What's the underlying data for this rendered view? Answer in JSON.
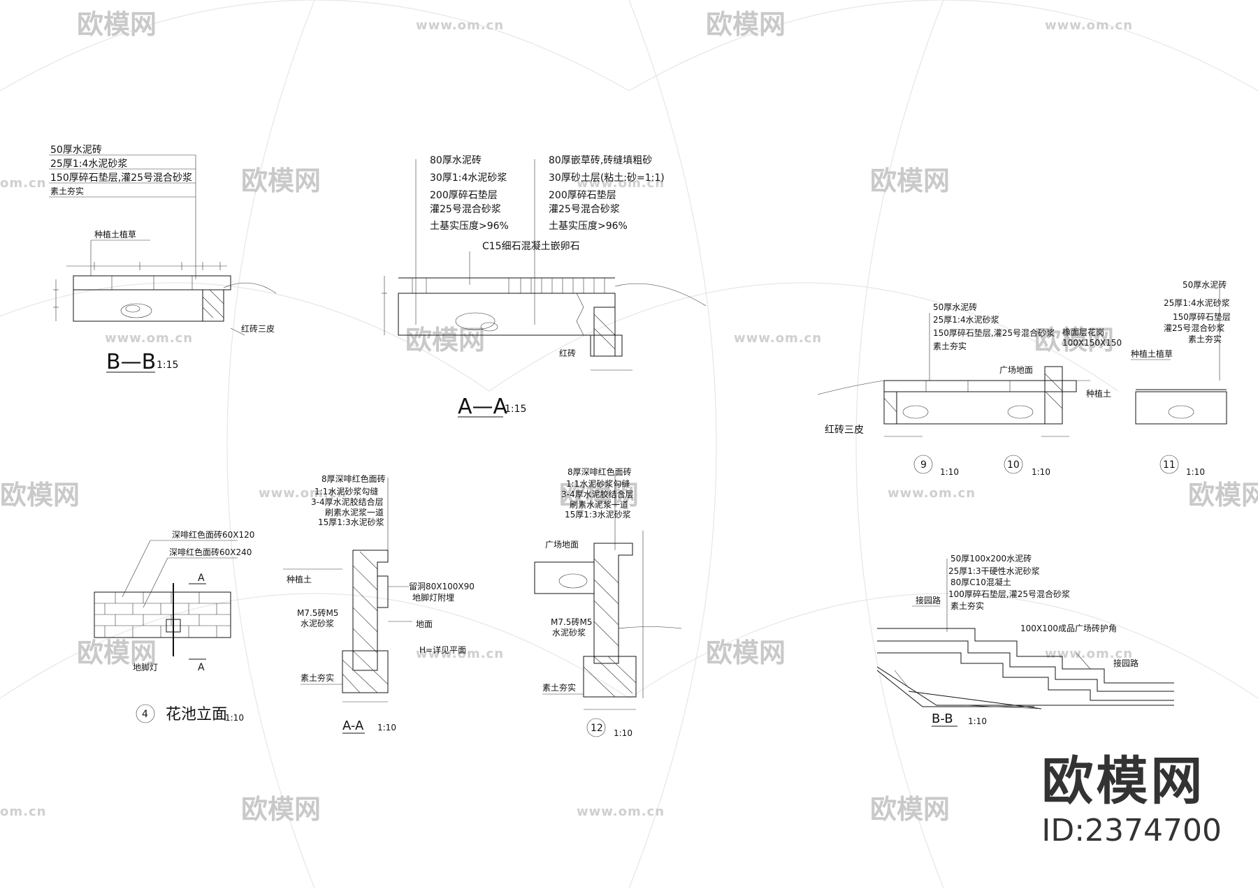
{
  "watermarks": {
    "logo_text": "欧模网",
    "url_text": "www.om.cn",
    "url_partial": "om.cn",
    "logo_partial": "欧模网"
  },
  "brand": {
    "name": "欧模网",
    "id": "ID:2374700"
  },
  "detail_bb_left": {
    "layers": [
      "50厚水泥砖",
      "25厚1:4水泥砂浆",
      "150厚碎石垫层,灌25号混合砂浆",
      "素土夯实"
    ],
    "plant_label": "种植土植草",
    "edge_label": "红砖三皮",
    "title": "B—B",
    "scale": "1:15"
  },
  "detail_aa_top": {
    "layers_left": [
      "80厚水泥砖",
      "30厚1:4水泥砂浆",
      "200厚碎石垫层",
      "灌25号混合砂浆",
      "土基实压度>96%"
    ],
    "layers_right": [
      "80厚嵌草砖,砖缝填粗砂",
      "30厚砂土层(粘土:砂=1:1)",
      "200厚碎石垫层",
      "灌25号混合砂浆",
      "土基实压度>96%"
    ],
    "concrete_label": "C15细石混凝土嵌卵石",
    "edge_label": "红砖",
    "title": "A—A",
    "scale": "1:15"
  },
  "detail_9_10_11": {
    "layers_9": [
      "50厚水泥砖",
      "25厚1:4水泥砂浆",
      "150厚碎石垫层,灌25号混合砂浆",
      "素土夯实"
    ],
    "curb_label": "橡面层花岗",
    "curb_size": "100X150X150",
    "plaza_label": "广场地面",
    "soil_label": "种植土",
    "edge_label": "红砖三皮",
    "layers_11": [
      "50厚水泥砖",
      "25厚1:4水泥砂浆",
      "150厚碎石垫层",
      "灌25号混合砂浆",
      "素土夯实"
    ],
    "plant_label": "种植土植草",
    "num_9": "9",
    "num_10": "10",
    "num_11": "11",
    "scale": "1:10"
  },
  "detail_4": {
    "tile_a": "深啡红色面砖60X120",
    "tile_b": "深啡红色面砖60X240",
    "section_mark": "A",
    "lamp_label": "地脚灯",
    "num": "4",
    "title": "花池立面",
    "scale": "1:10"
  },
  "detail_aa_bottom": {
    "layers": [
      "8厚深啡红色面砖",
      "1:1水泥砂浆勾缝",
      "3-4厚水泥胶结合层",
      "刷素水泥浆一道",
      "15厚1:3水泥砂浆"
    ],
    "soil_label": "种植土",
    "hole_label": "留洞80X100X90",
    "lamp_label": "地脚灯附埋",
    "ground_label": "地面",
    "wall_label": "M7.5砖M5",
    "mortar_label": "水泥砂浆",
    "note_label": "H=详见平面",
    "base_label": "素土夯实",
    "title": "A-A",
    "scale": "1:10"
  },
  "detail_12": {
    "layers": [
      "8厚深啡红色面砖",
      "1:1水泥砂浆勾缝",
      "3-4厚水泥胶结合层",
      "刷素水泥浆一道",
      "15厚1:3水泥砂浆"
    ],
    "plaza_label": "广场地面",
    "wall_label": "M7.5砖M5",
    "mortar_label": "水泥砂浆",
    "base_label": "素土夯实",
    "num": "12",
    "scale": "1:10"
  },
  "detail_bb_right": {
    "layers": [
      "50厚100x200水泥砖",
      "25厚1:3干硬性水泥砂浆",
      "80厚C10混凝土",
      "100厚碎石垫层,灌25号混合砂浆",
      "素土夯实"
    ],
    "curb_top": "接园路",
    "corner_label": "100X100成品广场砖护角",
    "curb_bottom": "接园路",
    "title": "B-B",
    "scale": "1:10"
  }
}
